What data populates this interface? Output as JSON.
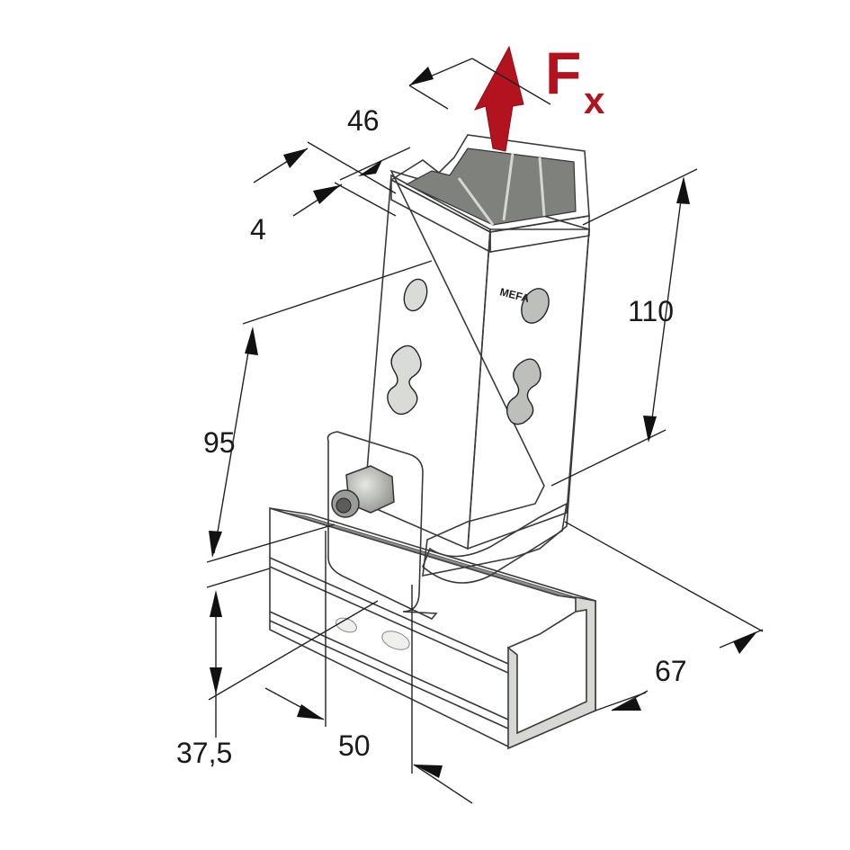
{
  "force": {
    "letter": "F",
    "subscript": "x",
    "color": "#b3121f"
  },
  "dimensions": {
    "top_width": "46",
    "wall_thickness": "4",
    "post_height": "110",
    "bracket_height": "95",
    "rail_height": "37,5",
    "rail_width": "50",
    "rail_depth": "67"
  },
  "logo": {
    "mark": "MEFA"
  },
  "colors": {
    "bracket": "#4a4a48",
    "bracket_dark": "#2e2e2c",
    "rail": "#c9ccc6",
    "rail_shadow": "#9ea19b",
    "post": "#b8bbb5",
    "arrow": "#b3121f"
  }
}
